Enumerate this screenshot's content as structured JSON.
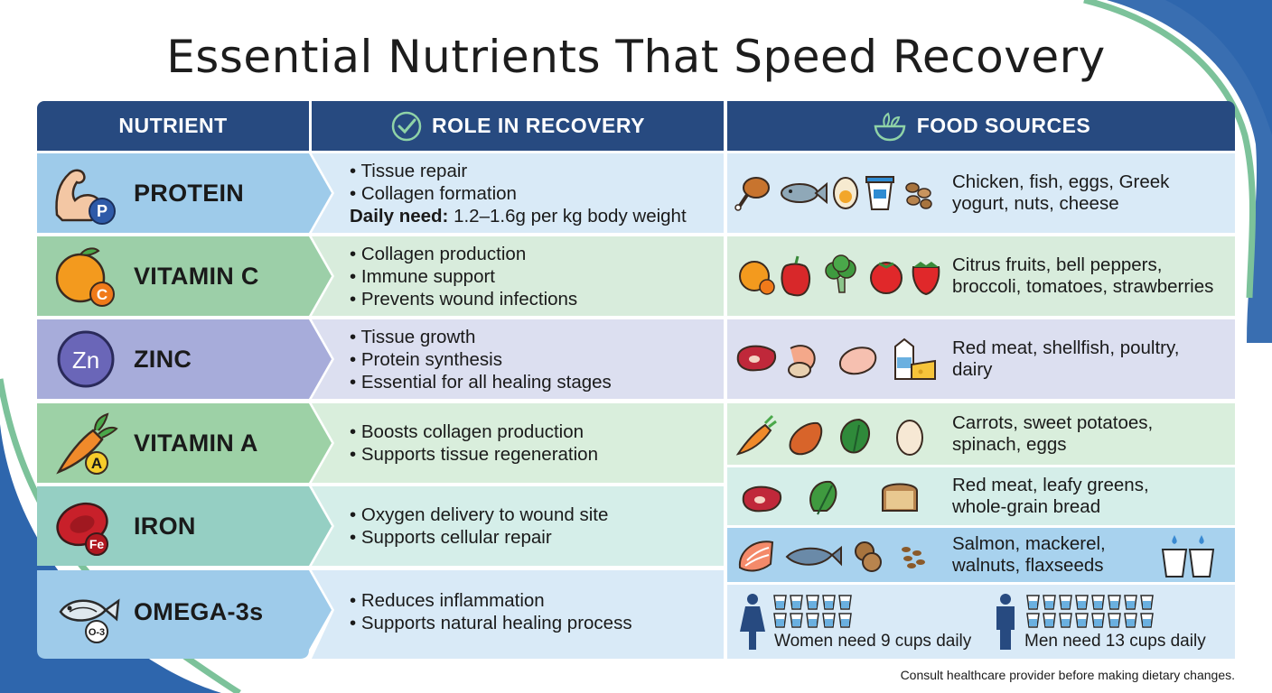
{
  "title": "Essential Nutrients That Speed Recovery",
  "headers": {
    "nutrient": "NUTRIENT",
    "role": "ROLE IN RECOVERY",
    "food": "FOOD SOURCES"
  },
  "nutrients": [
    {
      "name": "PROTEIN",
      "icon": "muscle-icon",
      "badge": "P",
      "role": [
        "• Tissue repair",
        "• Collagen formation"
      ],
      "daily_label": "Daily need:",
      "daily_value": " 1.2–1.6g per kg body weight",
      "food": [
        "Chicken, fish, eggs, Greek",
        "yogurt, nuts, cheese"
      ]
    },
    {
      "name": "VITAMIN C",
      "icon": "orange-icon",
      "badge": "C",
      "role": [
        "• Collagen production",
        "• Immune support",
        "• Prevents wound infections"
      ],
      "food": [
        "Citrus fruits, bell peppers,",
        "broccoli, tomatoes, strawberries"
      ]
    },
    {
      "name": "ZINC",
      "icon": "zinc-icon",
      "badge": "Zn",
      "role": [
        "• Tissue growth",
        "• Protein synthesis",
        "• Essential for all healing stages"
      ],
      "food": [
        "Red meat, shellfish, poultry,",
        "dairy"
      ]
    },
    {
      "name": "VITAMIN A",
      "icon": "carrot-icon",
      "badge": "A",
      "role": [
        "• Boosts collagen production",
        "• Supports tissue regeneration"
      ],
      "food": [
        "Carrots, sweet potatoes,",
        "spinach, eggs"
      ]
    },
    {
      "name": "IRON",
      "icon": "blood-cell-icon",
      "badge": "Fe",
      "role": [
        "• Oxygen delivery to wound site",
        "• Supports cellular repair"
      ],
      "food": [
        "Red meat, leafy greens,",
        "whole-grain bread"
      ]
    },
    {
      "name": "OMEGA-3s",
      "icon": "fish-icon",
      "badge": "O-3",
      "role": [
        "• Reduces inflammation",
        "• Supports natural healing process"
      ],
      "food": [
        "Salmon, mackerel,",
        "walnuts, flaxseeds"
      ]
    }
  ],
  "hydration": {
    "women": "Women need 9 cups daily",
    "men": "Men need 13 cups daily",
    "women_cups": 9,
    "men_cups": 13
  },
  "footnote": "Consult healthcare provider before making dietary changes.",
  "colors": {
    "header": "#274a80",
    "protein": "#9ecbea",
    "vitamin_c": "#9ccfa8",
    "zinc": "#a7acda",
    "vitamin_a": "#9dd1a6",
    "iron": "#95cfc3",
    "omega3": "#9ecbea"
  }
}
